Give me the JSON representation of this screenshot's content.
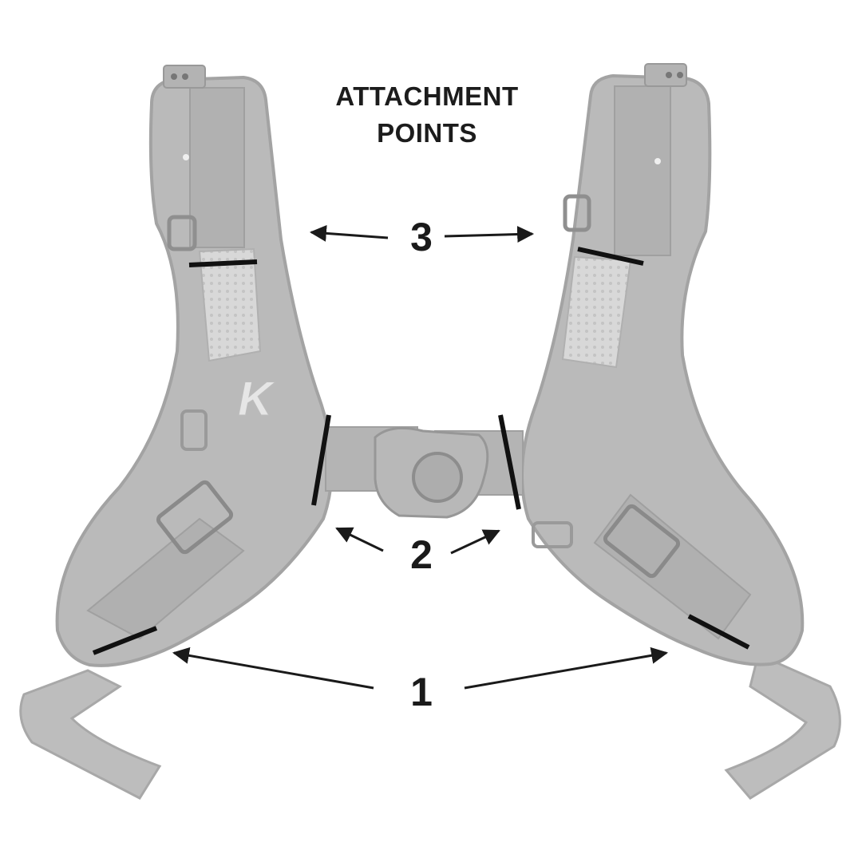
{
  "title": {
    "line1": "ATTACHMENT",
    "line2": "POINTS"
  },
  "callouts": [
    {
      "label": "3"
    },
    {
      "label": "2"
    },
    {
      "label": "1"
    }
  ],
  "logo": {
    "text": "K"
  },
  "colors": {
    "harness_fill": "#b9b9b9",
    "harness_edge": "#a2a2a2",
    "mesh": "#d9d9d9",
    "webbing": "#aaaaaa",
    "marker": "#111111",
    "arrow": "#1a1a1a",
    "background": "#ffffff"
  }
}
